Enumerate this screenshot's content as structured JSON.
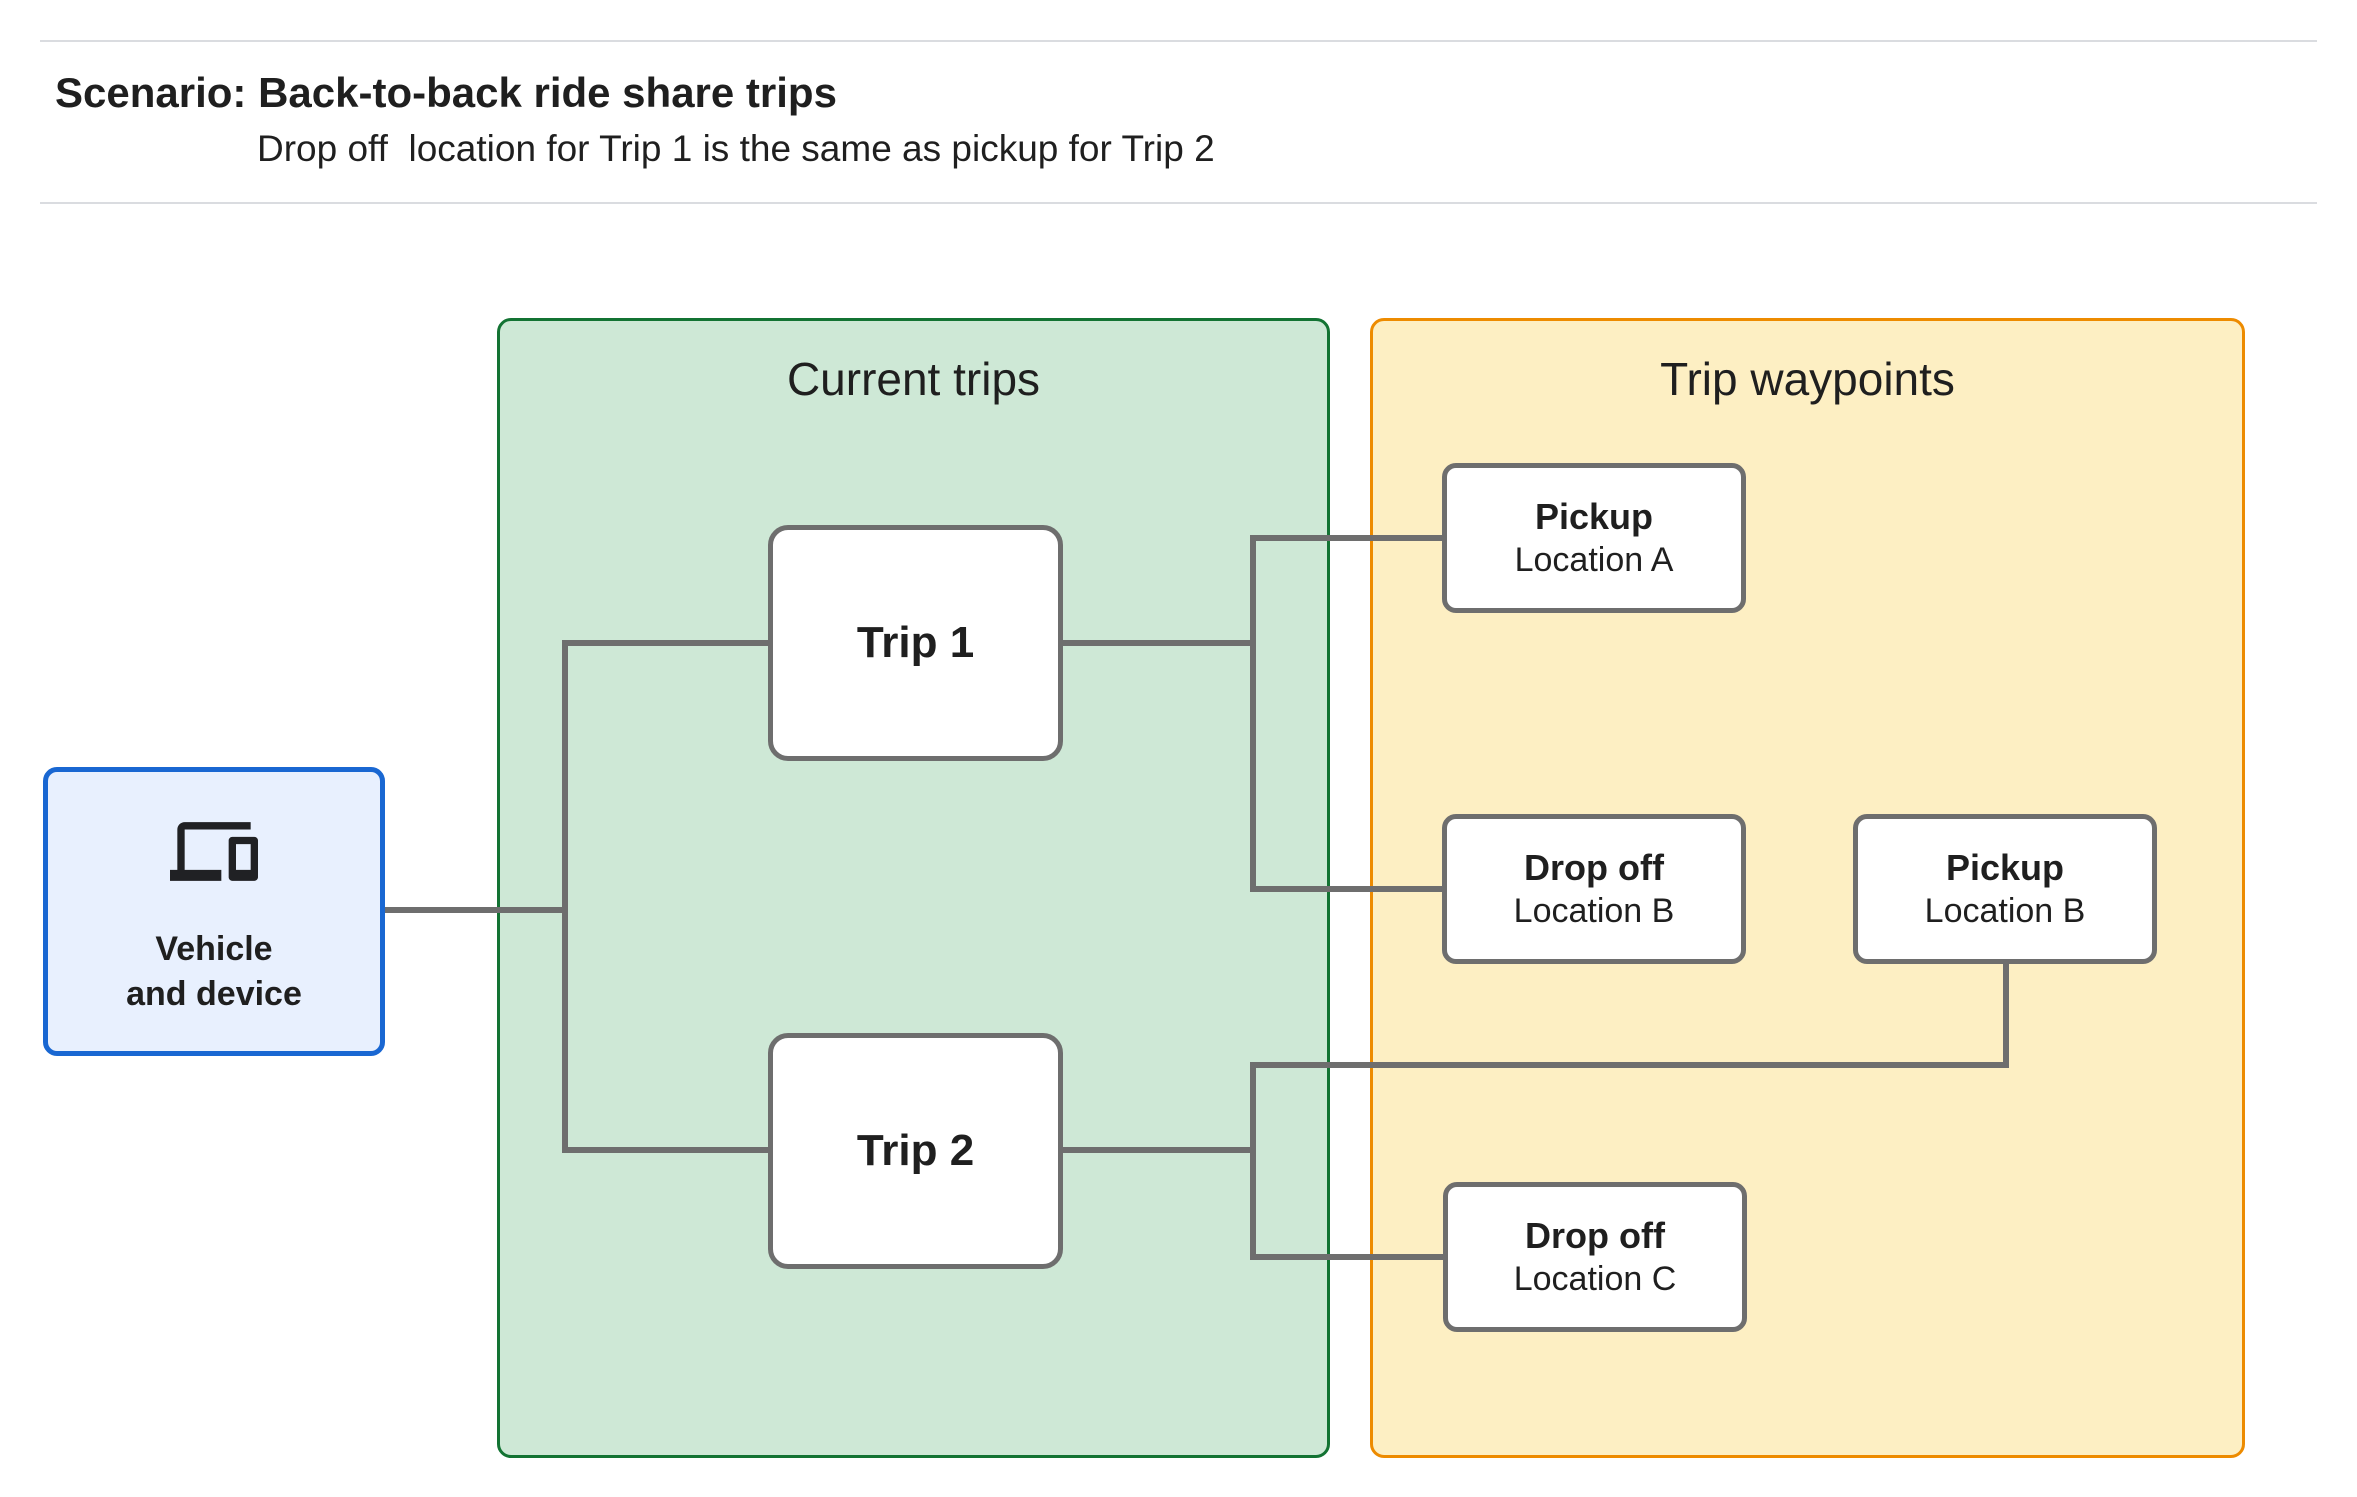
{
  "header": {
    "title": "Scenario: Back-to-back ride share trips",
    "subtitle": "Drop off  location for Trip 1 is the same as pickup for Trip 2"
  },
  "panels": {
    "current_trips": {
      "title": "Current trips"
    },
    "trip_waypoints": {
      "title": "Trip waypoints"
    }
  },
  "nodes": {
    "vehicle": {
      "icon": "devices-icon",
      "label_line1": "Vehicle",
      "label_line2": "and device"
    },
    "trip1": {
      "label": "Trip 1"
    },
    "trip2": {
      "label": "Trip 2"
    },
    "waypoints": [
      {
        "title": "Pickup",
        "subtitle": "Location A"
      },
      {
        "title": "Drop off",
        "subtitle": "Location B"
      },
      {
        "title": "Pickup",
        "subtitle": "Location B"
      },
      {
        "title": "Drop off",
        "subtitle": "Location C"
      }
    ]
  },
  "colors": {
    "c-green-fill": "#cee8d6",
    "c-green-border": "#137333",
    "c-yellow-fill": "#fdefc3",
    "c-orange-border": "#ed8b00",
    "c-blue-fill": "#e8f0fe",
    "c-blue-border": "#1967d2",
    "c-gray": "#6e6e6e",
    "c-divider": "#dadce0",
    "c-text": "#1f1f1f"
  }
}
